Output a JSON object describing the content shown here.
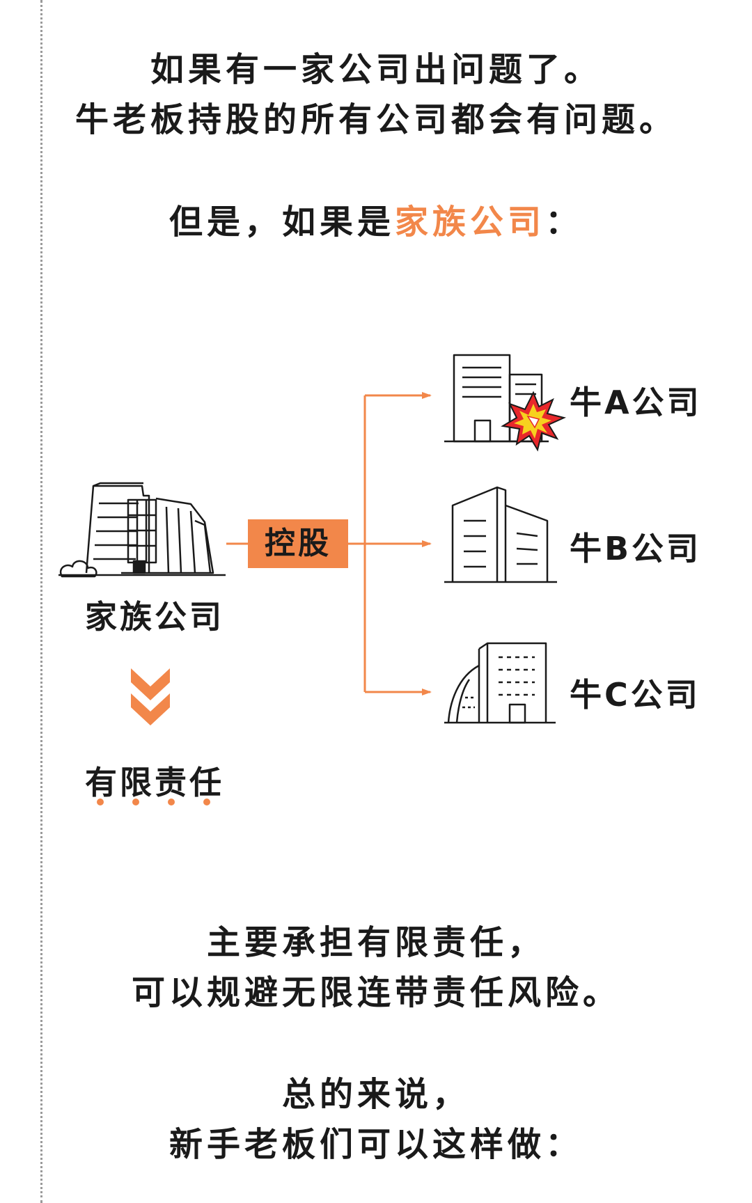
{
  "intro": {
    "line1": "如果有一家公司出问题了。",
    "line2": "牛老板持股的所有公司都会有问题。"
  },
  "transition": {
    "prefix": "但是，如果是",
    "highlight": "家族公司",
    "suffix": "："
  },
  "diagram": {
    "parent_label": "家族公司",
    "control_label": "控股",
    "result_label": "有限责任",
    "companies": [
      {
        "label": "牛A公司",
        "status": "problem"
      },
      {
        "label": "牛B公司",
        "status": "normal"
      },
      {
        "label": "牛C公司",
        "status": "normal"
      }
    ]
  },
  "conclusion": {
    "line1": "主要承担有限责任，",
    "line2": "可以规避无限连带责任风险。"
  },
  "summary": {
    "line1": "总的来说，",
    "line2": "新手老板们可以这样做："
  },
  "colors": {
    "accent": "#f2874a",
    "text": "#1a1a1a",
    "explosion_red": "#e8282b",
    "explosion_yellow": "#f7d11f"
  }
}
